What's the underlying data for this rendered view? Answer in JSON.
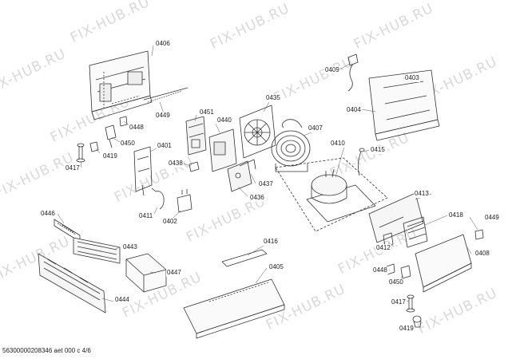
{
  "watermark": "FIX-HUB.RU",
  "footer": "56300000208346 aet 000 c 4/6",
  "parts": {
    "p0406": "0406",
    "p0449a": "0449",
    "p0448a": "0448",
    "p0450a": "0450",
    "p0419a": "0419",
    "p0417a": "0417",
    "p0451": "0451",
    "p0440": "0440",
    "p0435": "0435",
    "p0438": "0438",
    "p0401": "0401",
    "p0411": "0411",
    "p0402": "0402",
    "p0436": "0436",
    "p0437": "0437",
    "p0407": "0407",
    "p0410": "0410",
    "p0415": "0415",
    "p0409": "0409",
    "p0403": "0403",
    "p0404": "0404",
    "p0413": "0413",
    "p0418": "0418",
    "p0449b": "0449",
    "p0408": "0408",
    "p0412": "0412",
    "p0448b": "0448",
    "p0450b": "0450",
    "p0417b": "0417",
    "p0419b": "0419",
    "p0446": "0446",
    "p0443": "0443",
    "p0447": "0447",
    "p0444": "0444",
    "p0416": "0416",
    "p0405": "0405"
  }
}
